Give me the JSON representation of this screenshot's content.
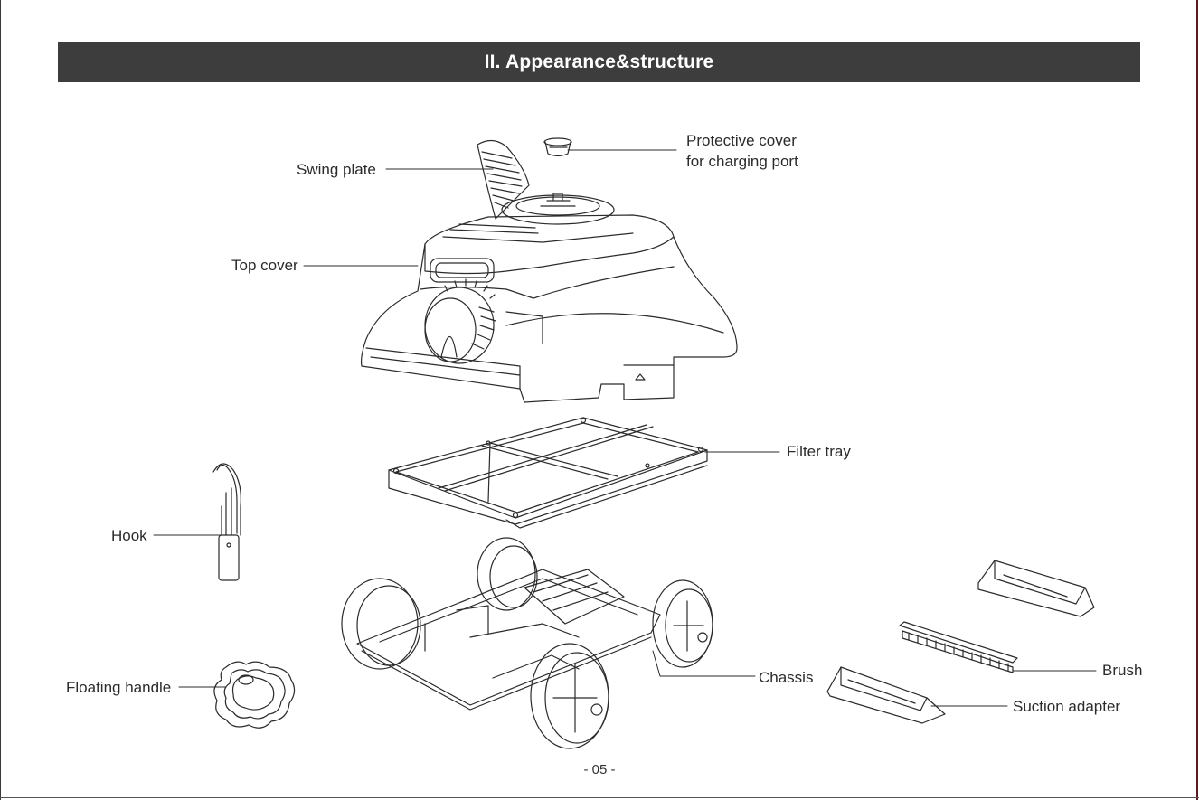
{
  "header": {
    "title": "II. Appearance&structure"
  },
  "labels": {
    "swing_plate": "Swing plate",
    "protective_cover_line1": "Protective cover",
    "protective_cover_line2": "for charging port",
    "top_cover": "Top cover",
    "filter_tray": "Filter tray",
    "hook": "Hook",
    "floating_handle": "Floating handle",
    "chassis": "Chassis",
    "brush": "Brush",
    "suction_adapter": "Suction adapter"
  },
  "footer": {
    "page_number": "- 05 -"
  },
  "colors": {
    "title_bar": "#3d3d3d",
    "line": "#2b2b2b",
    "border_right": "#5a1a24"
  }
}
